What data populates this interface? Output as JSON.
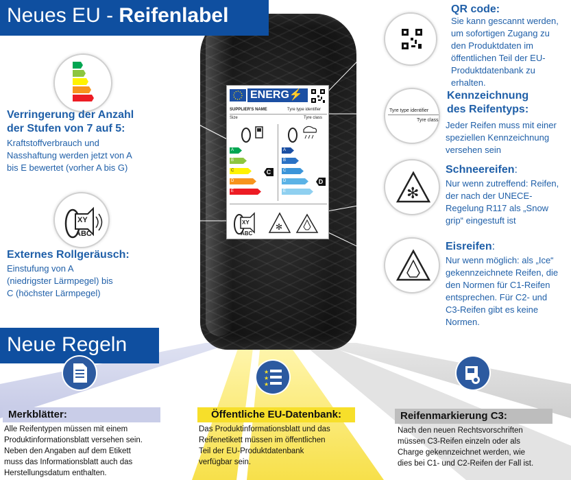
{
  "title": {
    "prefix": "Neues EU - ",
    "bold": "Reifenlabel"
  },
  "rules_title": "Neue Regeln",
  "label": {
    "energy": "ENERG",
    "supplier": "SUPPLIER'S NAME",
    "type_identifier": "Tyre type identifier",
    "size": "Size",
    "tyre_class": "Tyre class",
    "fuel_grades": [
      "A",
      "B",
      "C",
      "D",
      "E"
    ],
    "wet_grades": [
      "A",
      "B",
      "C",
      "D",
      "E"
    ],
    "fuel_selected": "C",
    "wet_selected": "D",
    "noise_class": "XY dB",
    "noise_abc": "ABC",
    "colors": {
      "A": "#00a651",
      "B": "#8dc63f",
      "C": "#fff200",
      "D": "#f7941d",
      "E": "#ed1c24"
    },
    "wet_colors": {
      "A": "#1b4fa3",
      "B": "#2a72c5",
      "C": "#3b95d9",
      "D": "#5bb3e6",
      "E": "#8fd0f0"
    }
  },
  "left": {
    "stufen_head": [
      "Verringerung der Anzahl",
      "der Stufen von 7 auf 5:"
    ],
    "stufen_body": [
      "Kraftstoffverbrauch und",
      "Nasshaftung werden jetzt von A",
      "bis E bewertet (vorher A bis G)"
    ],
    "noise_head": "Externes Rollgeräusch:",
    "noise_body": [
      "Einstufung von A",
      "(niedrigster Lärmpegel) bis",
      "C (höchster Lärmpegel)"
    ]
  },
  "right": {
    "qr_head": "QR code:",
    "qr_body": [
      "Sie kann gescannt werden,",
      "um sofortigen Zugang zu",
      "den Produktdaten im",
      "öffentlichen Teil der EU-",
      "Produktdatenbank zu",
      "erhalten."
    ],
    "type_head": [
      "Kennzeichnung",
      "des Reifentyps:"
    ],
    "type_body": [
      "Jeder Reifen muss mit einer",
      "speziellen Kennzeichnung",
      "versehen sein"
    ],
    "type_circle_1": "Tyre type identifier",
    "type_circle_2": "Tyre class",
    "snow_head": "Schneereifen",
    "snow_colon": ":",
    "snow_body": [
      "Nur wenn zutreffend: Reifen,",
      "der nach der UNECE-",
      "Regelung R117 als „Snow",
      "grip“ eingestuft ist"
    ],
    "ice_head": "Eisreifen",
    "ice_colon": ":",
    "ice_body": [
      "Nur wenn möglich: als „Ice“",
      "gekennzeichnete Reifen, die",
      "den Normen für C1-Reifen",
      "entsprechen. Für C2- und",
      "C3-Reifen gibt es keine",
      "Normen."
    ]
  },
  "bottom": {
    "col1_head": "Merkblätter:",
    "col1_body": [
      "Alle Reifentypen müssen mit einem",
      "Produktinformationsblatt versehen sein.",
      "Neben den Angaben auf dem Etikett",
      "muss das Informationsblatt auch das",
      "Herstellungsdatum enthalten."
    ],
    "col2_head": "Öffentliche EU-Datenbank:",
    "col2_body": [
      "Das Produktinformationsblatt und das",
      "Reifenetikett müssen im öffentlichen",
      "Teil der EU-Produktdatenbank",
      "verfügbar sein."
    ],
    "col3_head": "Reifenmarkierung C3:",
    "col3_body": [
      "Nach den neuen Rechtsvorschriften",
      "müssen C3-Reifen einzeln oder als",
      "Charge gekennzeichnet werden, wie",
      "dies bei C1- und C2-Reifen der Fall ist."
    ]
  },
  "accent_colors": {
    "banner": "#0f4fa0",
    "text": "#1f5fa8",
    "gray_bar": "#bdbdbd",
    "yellow_bar": "#f7df2a",
    "lavender_bar": "#c9cde8"
  }
}
